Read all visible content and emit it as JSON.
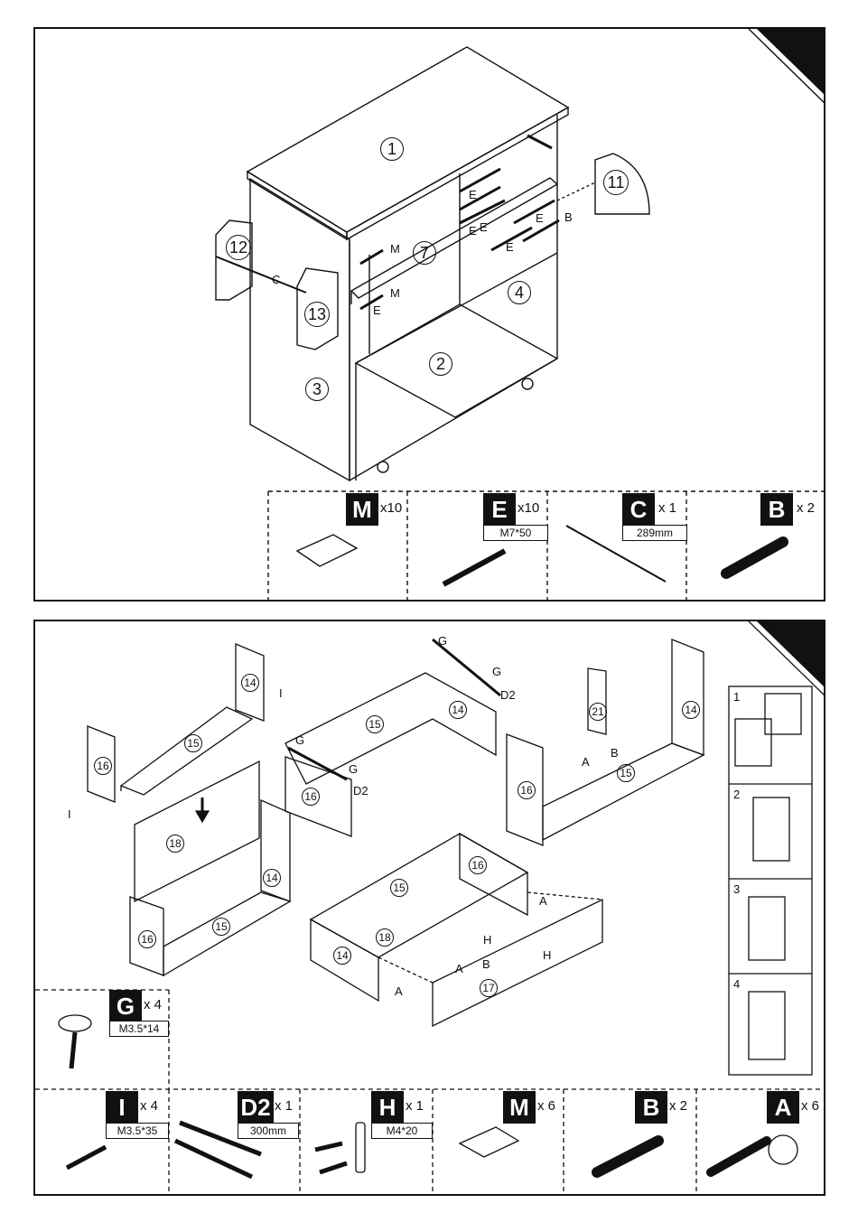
{
  "top": {
    "part_numbers": [
      "1",
      "2",
      "3",
      "4",
      "7",
      "11",
      "12",
      "13"
    ],
    "hardware_letters": [
      "E",
      "E",
      "E",
      "E",
      "E",
      "M",
      "E",
      "M",
      "B",
      "C"
    ],
    "parts": [
      {
        "letter": "M",
        "qty": "x10",
        "spec": ""
      },
      {
        "letter": "E",
        "qty": "x10",
        "spec": "M7*50"
      },
      {
        "letter": "C",
        "qty": "x 1",
        "spec": "289mm"
      },
      {
        "letter": "B",
        "qty": "x 2",
        "spec": ""
      }
    ]
  },
  "bottom": {
    "part_numbers": [
      "14",
      "16",
      "15",
      "14",
      "15",
      "16",
      "14",
      "21",
      "16",
      "15",
      "18",
      "14",
      "16",
      "15",
      "15",
      "16",
      "18",
      "14",
      "17"
    ],
    "hardware_letters": [
      "I",
      "I",
      "G",
      "G",
      "D2",
      "G",
      "G",
      "D2",
      "A",
      "B",
      "A",
      "H",
      "A",
      "B",
      "H",
      "A"
    ],
    "steps": [
      "1",
      "2",
      "3",
      "4"
    ],
    "parts": [
      {
        "letter": "G",
        "qty": "x 4",
        "spec": "M3.5*14"
      },
      {
        "letter": "I",
        "qty": "x 4",
        "spec": "M3.5*35"
      },
      {
        "letter": "D2",
        "qty": "x 1",
        "spec": "300mm"
      },
      {
        "letter": "H",
        "qty": "x 1",
        "spec": "M4*20"
      },
      {
        "letter": "M",
        "qty": "x 6",
        "spec": ""
      },
      {
        "letter": "B",
        "qty": "x 2",
        "spec": ""
      },
      {
        "letter": "A",
        "qty": "x 6",
        "spec": ""
      }
    ]
  }
}
